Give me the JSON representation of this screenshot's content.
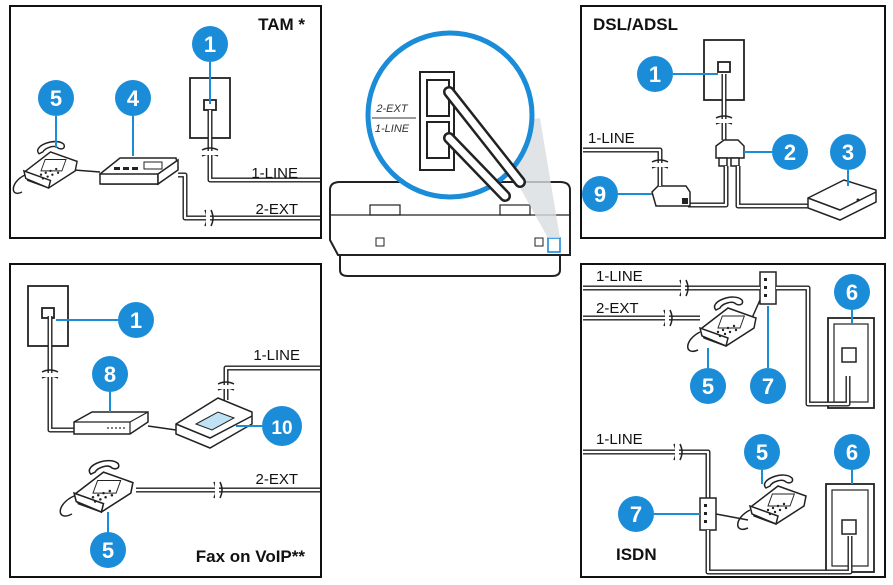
{
  "colors": {
    "accent": "#1a8cd8",
    "ink": "#111111",
    "screen": "#bfe3f5"
  },
  "panels": {
    "tam": {
      "title": "TAM *",
      "line_label": "1-LINE",
      "ext_label": "2-EXT",
      "badges": [
        "5",
        "4",
        "1"
      ]
    },
    "dsl": {
      "title": "DSL/ADSL",
      "line_label": "1-LINE",
      "badges": [
        "1",
        "2",
        "3",
        "9"
      ]
    },
    "voip": {
      "title": "Fax on VoIP**",
      "line_label": "1-LINE",
      "ext_label": "2-EXT",
      "badges": [
        "1",
        "8",
        "10",
        "5"
      ]
    },
    "pbx": {
      "line_label": "1-LINE",
      "ext_label": "2-EXT",
      "badges": [
        "6",
        "5",
        "7"
      ]
    },
    "isdn": {
      "title": "ISDN",
      "line_label": "1-LINE",
      "badges": [
        "5",
        "6",
        "7"
      ]
    }
  },
  "printer": {
    "port_top": "2-EXT",
    "port_bottom": "1-LINE"
  },
  "icons": [
    "phone-icon",
    "answering-machine-icon",
    "wall-jack-icon",
    "splitter-icon",
    "modem-icon",
    "filter-icon",
    "router-icon",
    "ethernet-jack-icon",
    "printer-icon"
  ]
}
